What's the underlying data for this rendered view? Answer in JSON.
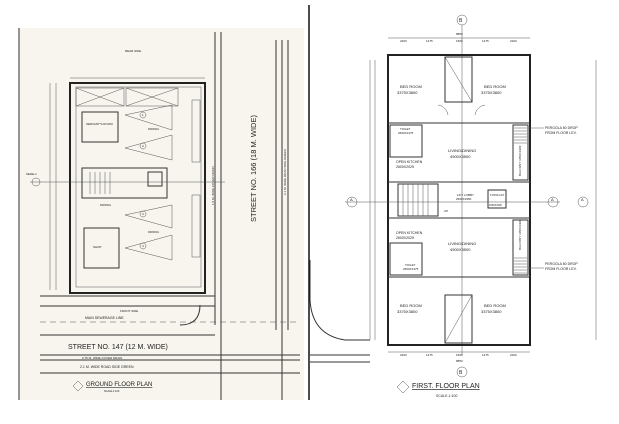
{
  "ground_floor": {
    "title": "GROUND FLOOR PLAN",
    "scale": "SCALE-1:100",
    "rear_side": "REAR SIDE",
    "front_side": "FRONT SIDE",
    "street_bottom": "STREET NO. 147 (12 M. WIDE)",
    "street_right": "STREET NO. 166 (18 M. WIDE)",
    "main_sewerage": "MAIN SEWERAGE LINE",
    "cover_drain_bottom": "0.75 M. WIDE COVER DRAIN",
    "road_green_bottom": "2.1 M. WIDE ROAD SIDE GREEN",
    "cover_drain_right": "1.5 M. WIDE COVER DRAIN",
    "road_green_right": "2.1 M. WIDE ROAD SIDE GREEN",
    "section": "SEDE-1",
    "rooms": [
      "SERVANT'S ROOM",
      "PARKING",
      "PARKING",
      "PARKING",
      "SHOP"
    ],
    "parking_numbers": [
      "1",
      "2",
      "3",
      "4"
    ]
  },
  "first_floor": {
    "title": "FIRST. FLOOR PLAN",
    "scale": "SCALE-1:100",
    "overall_width": "8850",
    "top_dims": [
      "2200",
      "1475",
      "1500",
      "1475",
      "2200"
    ],
    "bottom_dims": [
      "2200",
      "1475",
      "1500",
      "1475",
      "2200"
    ],
    "rooms": {
      "bed_tl": [
        "BED ROOM",
        "3375X3800"
      ],
      "bed_tr": [
        "BED ROOM",
        "3375X3800"
      ],
      "bed_bl": [
        "BED ROOM",
        "3375X3800"
      ],
      "bed_br": [
        "BED ROOM",
        "3375X3800"
      ],
      "living_top": [
        "LIVING/DINING",
        "4900X3500"
      ],
      "living_bottom": [
        "LIVING/DINING",
        "4900X3500"
      ],
      "kitchen_top": [
        "OPEN KITCHEN",
        "2600X2025"
      ],
      "kitchen_bottom": [
        "OPEN KITCHEN",
        "2600X2025"
      ],
      "toilet_top": [
        "TOILET",
        "2500X1375"
      ],
      "toilet_bottom": [
        "TOILET",
        "2500X1375"
      ],
      "lift_lobby": [
        "LIFT LOBBY",
        "2500X1950"
      ],
      "lift": [
        "6 PASS LIFT",
        "1650X1500"
      ],
      "balcony": "BALCONY 1050X1900",
      "stair_up": "UP"
    },
    "pergola_top": [
      "PERGOLA 50 DROP",
      "FROM FLOOR LEV."
    ],
    "pergola_bottom": [
      "PERGOLA 50 DROP",
      "FROM FLOOR LEV."
    ],
    "section_marker": "A",
    "grid_marker": "B"
  }
}
